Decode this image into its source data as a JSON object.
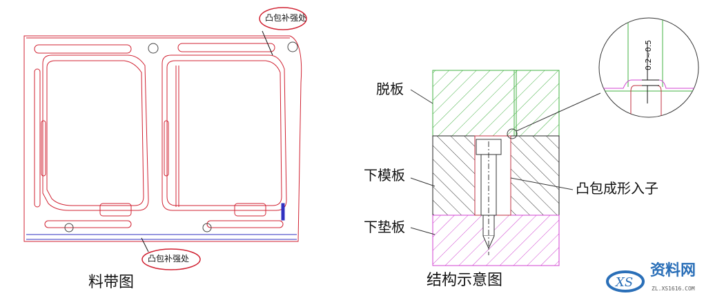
{
  "strip_drawing": {
    "caption": "料带图",
    "callout_top": "凸包补强处",
    "callout_bottom": "凸包补强处"
  },
  "structure_drawing": {
    "caption": "结构示意图",
    "labels": {
      "stripper_plate": "脱板",
      "lower_die_plate": "下模板",
      "lower_backing_plate": "下垫板",
      "insert": "凸包成形入子"
    },
    "detail_dimension": "0.2~0.5"
  },
  "colors": {
    "strip": "#d02030",
    "stripper": "#40b040",
    "die": "#202020",
    "backing": "#d040d0",
    "pin": "#c03040"
  },
  "watermark": {
    "brand": "资料网",
    "url": "ZL.XS1616.COM",
    "logo": "XS"
  }
}
